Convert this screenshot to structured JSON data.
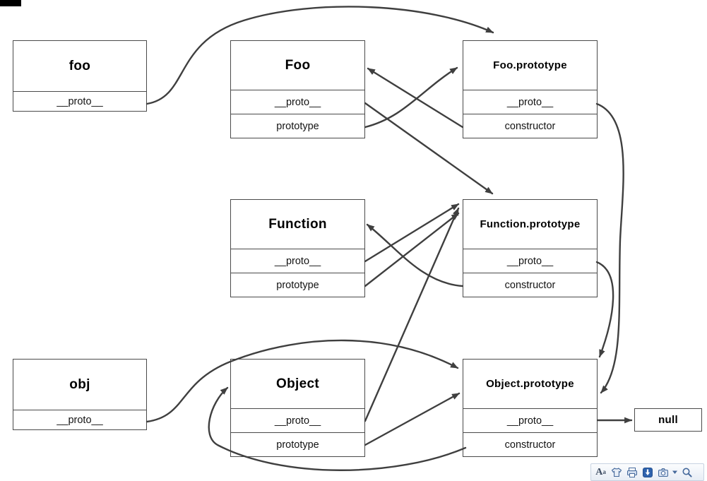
{
  "diagram": {
    "arrow_color": "#3f3f3f",
    "border_color": "#4a4a4a",
    "background_color": "#ffffff",
    "nodes": [
      {
        "title": "foo",
        "rows": [
          "__proto__"
        ]
      },
      {
        "title": "Foo",
        "rows": [
          "__proto__",
          "prototype"
        ]
      },
      {
        "title": "Foo.prototype",
        "rows": [
          "__proto__",
          "constructor"
        ]
      },
      {
        "title": "Function",
        "rows": [
          "__proto__",
          "prototype"
        ]
      },
      {
        "title": "Function.prototype",
        "rows": [
          "__proto__",
          "constructor"
        ]
      },
      {
        "title": "obj",
        "rows": [
          "__proto__"
        ]
      },
      {
        "title": "Object",
        "rows": [
          "__proto__",
          "prototype"
        ]
      },
      {
        "title": "Object.prototype",
        "rows": [
          "__proto__",
          "constructor"
        ]
      },
      {
        "title": "null",
        "rows": []
      }
    ],
    "edges": [
      {
        "from": "foo.__proto__",
        "to": "Foo.prototype"
      },
      {
        "from": "Foo.prototype (property)",
        "to": "Foo.prototype"
      },
      {
        "from": "Foo.prototype.constructor",
        "to": "Foo"
      },
      {
        "from": "Foo.__proto__",
        "to": "Function.prototype"
      },
      {
        "from": "Foo.prototype.__proto__",
        "to": "Object.prototype"
      },
      {
        "from": "Function.__proto__",
        "to": "Function.prototype"
      },
      {
        "from": "Function.prototype (property)",
        "to": "Function.prototype"
      },
      {
        "from": "Object.__proto__",
        "to": "Function.prototype"
      },
      {
        "from": "Function.prototype.constructor",
        "to": "Function"
      },
      {
        "from": "Function.prototype.__proto__",
        "to": "Object.prototype"
      },
      {
        "from": "obj.__proto__",
        "to": "Object.prototype"
      },
      {
        "from": "Object.prototype (property)",
        "to": "Object.prototype"
      },
      {
        "from": "Object.prototype.constructor",
        "to": "Object"
      },
      {
        "from": "Object.prototype.__proto__",
        "to": "null"
      }
    ]
  },
  "capture_toolbar": {
    "icons": [
      "font-size-icon",
      "shirt-icon",
      "printer-icon",
      "download-icon",
      "camera-icon",
      "dropdown-caret-icon",
      "magnifier-icon"
    ]
  }
}
